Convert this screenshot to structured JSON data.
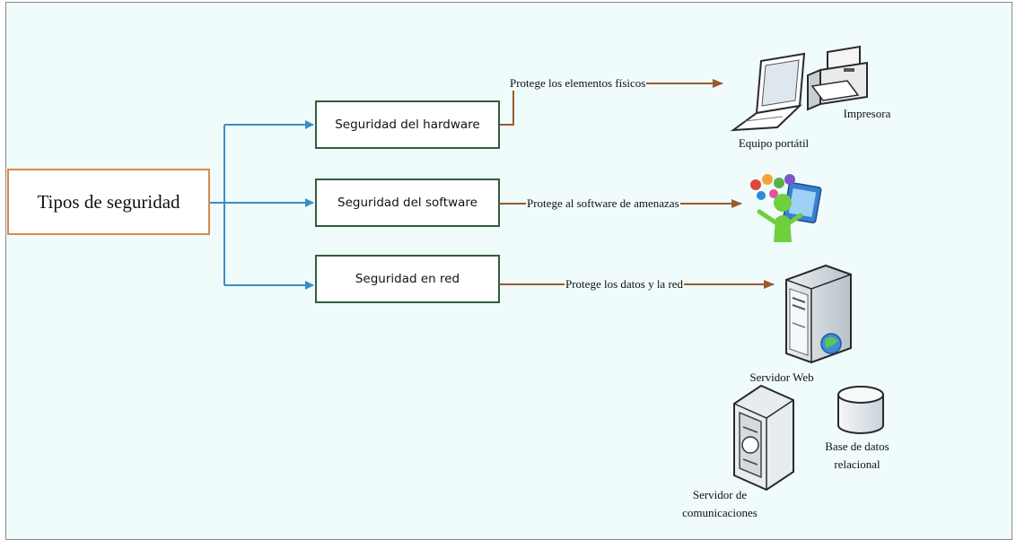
{
  "diagram": {
    "root": "Tipos de seguridad",
    "branches": [
      {
        "label": "Seguridad del hardware",
        "edge_label": "Protege los elementos físicos"
      },
      {
        "label": "Seguridad del software",
        "edge_label": "Protege al software de amenazas"
      },
      {
        "label": "Seguridad en red",
        "edge_label": "Protege los datos y la red"
      }
    ],
    "device_labels": {
      "laptop": "Equipo portátil",
      "printer": "Impresora",
      "web_server": "Servidor Web",
      "database_line1": "Base de datos",
      "database_line2": "relacional",
      "comm_server_line1": "Servidor de",
      "comm_server_line2": "comunicaciones"
    },
    "icons": [
      "laptop-icon",
      "printer-icon",
      "software-people-icon",
      "web-server-icon",
      "database-icon",
      "communications-server-icon"
    ],
    "colors": {
      "root_border": "#d9894a",
      "branch_border": "#2f5e3a",
      "connector_blue": "#3a8ec8",
      "arrow_brown": "#9a5a2e",
      "background": "#f0fcfc"
    }
  }
}
